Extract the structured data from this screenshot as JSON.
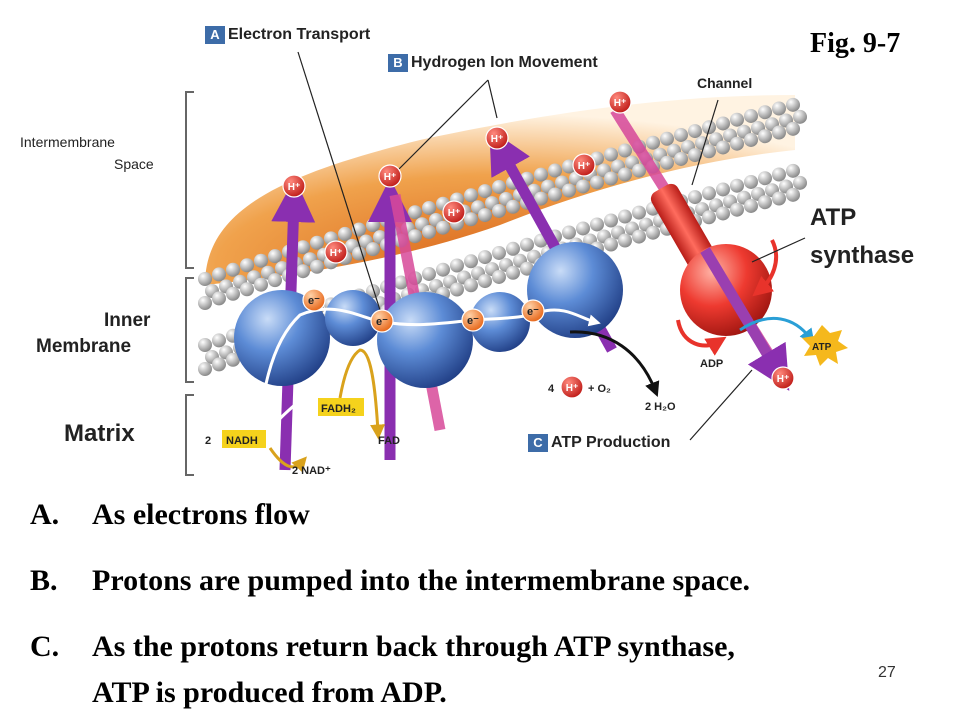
{
  "figure_label": "Fig. 9-7",
  "labels": {
    "electron_transport": {
      "letter": "A",
      "text": "Electron Transport"
    },
    "hydrogen_ion_movement": {
      "letter": "B",
      "text": "Hydrogen Ion Movement"
    },
    "atp_production": {
      "letter": "C",
      "text": "ATP Production"
    },
    "channel": "Channel",
    "atp_synthase_line1": "ATP",
    "atp_synthase_line2": "synthase",
    "intermembrane_line1": "Intermembrane",
    "intermembrane_line2": "Space",
    "inner_line1": "Inner",
    "inner_line2": "Membrane",
    "matrix": "Matrix"
  },
  "molecules": {
    "electron": "e⁻",
    "proton": "H⁺",
    "nadh_coeff": "2",
    "nadh": "NADH",
    "nad": "2 NAD⁺",
    "fadh2": "FADH₂",
    "fad": "FAD",
    "adp": "ADP",
    "atp": "ATP",
    "water_coeff": "4",
    "o2": "+ O₂",
    "water": "2 H₂O"
  },
  "bullets": [
    {
      "letter": "A.",
      "text": "As electrons flow"
    },
    {
      "letter": "B.",
      "text": "Protons are pumped into the intermembrane space."
    },
    {
      "letter": "C.",
      "text": "As the protons return back through ATP synthase,"
    },
    {
      "letter": "",
      "text": "ATP is produced from ADP."
    }
  ],
  "page_number": "27",
  "colors": {
    "orange_space": "#e88a2a",
    "protein_blue": "#3f6fc2",
    "synthase_red": "#e8332b",
    "arrow_purple": "#9a3fb0",
    "proton_red": "#d62f2f",
    "tag_blue": "#3d6ca8",
    "nadh_yellow": "#f5d21c"
  }
}
